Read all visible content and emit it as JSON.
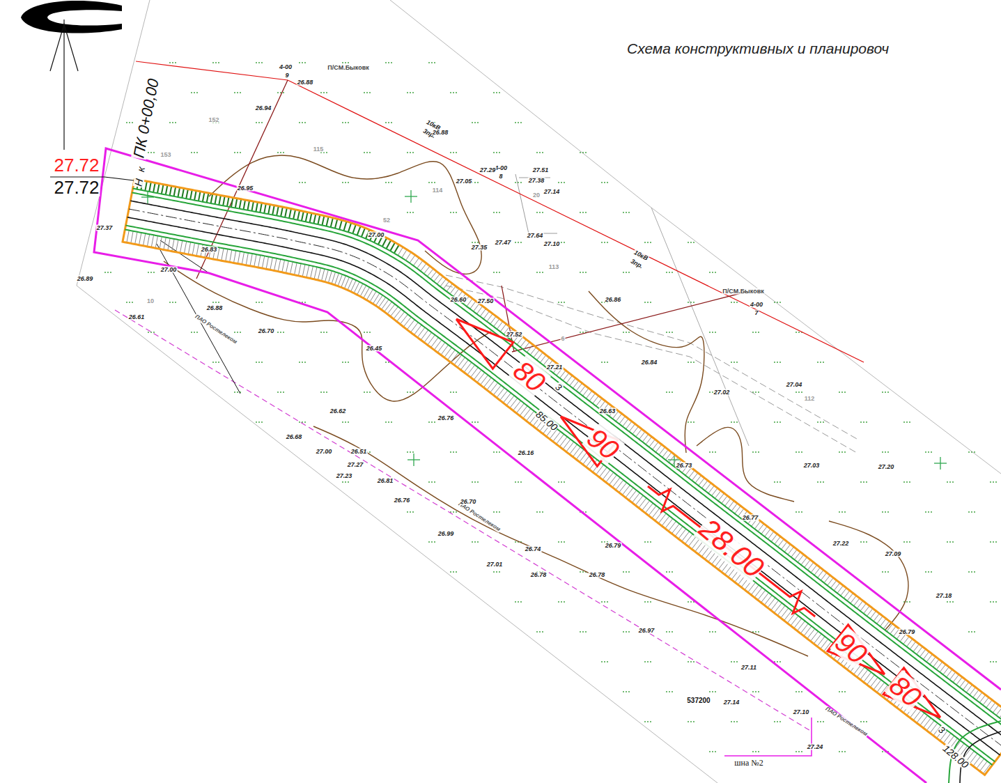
{
  "diagram": {
    "title": "Схема конструктивных и планировоч",
    "labels": [
      "27.72",
      "27.72",
      "ПК 0+00,00",
      "Н",
      "к",
      "80",
      "90",
      "28.00",
      "90",
      "80",
      "3",
      "85.00",
      "3",
      "128.00",
      "4-00",
      "9",
      "П/СМ.Быковк",
      "4-00",
      "8",
      "4-00",
      "7",
      "П/СМ.Быковк",
      "10кВ",
      "3пр.",
      "10кВ",
      "3пр.",
      "ПАО Ростелеком",
      "ПАО Ростелеком",
      "ПАО Ростелеком",
      "152",
      "153",
      "115",
      "114",
      "52",
      "113",
      "112",
      "20",
      "6",
      "10",
      "26.88",
      "26.94",
      "26.88",
      "27.29",
      "27.51",
      "27.38",
      "27.14",
      "27.05",
      "26.95",
      "27.00",
      "27.35",
      "27.47",
      "27.64",
      "27.10",
      "26.60",
      "27.50",
      "26.86",
      "27.52",
      "26.84",
      "27.21",
      "27.02",
      "27.04",
      "26.63",
      "27.03",
      "27.20",
      "26.73",
      "26.77",
      "27.22",
      "27.09",
      "27.18",
      "26.79",
      "27.00",
      "26.89",
      "27.37",
      "26.61",
      "26.88",
      "26.70",
      "26.45",
      "26.62",
      "26.76",
      "26.68",
      "27.00",
      "26.51",
      "27.27",
      "27.23",
      "26.81",
      "26.76",
      "26.70",
      "26.99",
      "26.74",
      "26.79",
      "26.78",
      "26.78",
      "27.01",
      "26.97",
      "27.11",
      "27.14",
      "27.10",
      "27.24",
      "26.16",
      "26.83",
      "537200",
      "шна №2"
    ]
  }
}
